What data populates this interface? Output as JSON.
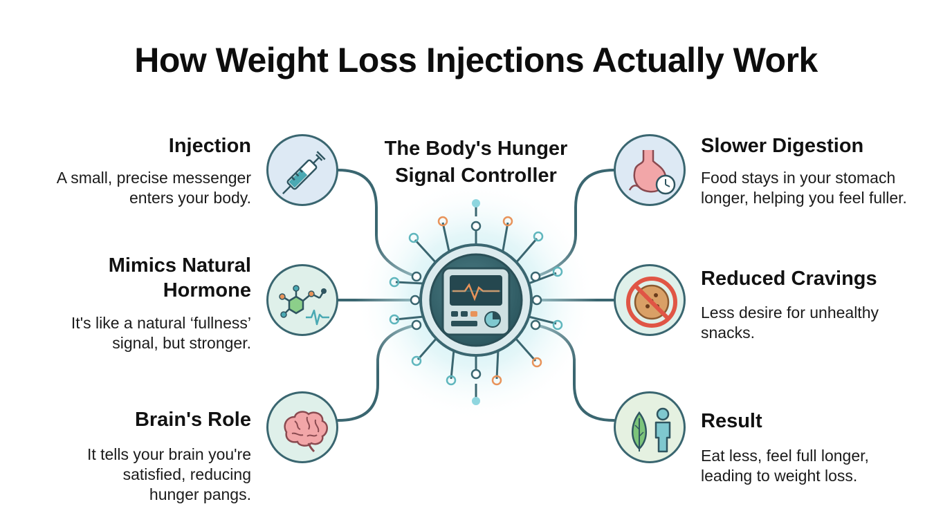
{
  "title": "How Weight Loss Injections Actually Work",
  "center": {
    "title": "The Body's Hunger Signal Controller"
  },
  "left_items": [
    {
      "title": "Injection",
      "description": "A small, precise messenger enters your body.",
      "icon": "syringe-icon"
    },
    {
      "title": "Mimics Natural Hormone",
      "description": "It's like a natural ‘fullness’ signal, but stronger.",
      "icon": "molecule-icon"
    },
    {
      "title": "Brain's Role",
      "description": "It tells your brain you're satisfied, reducing hunger pangs.",
      "icon": "brain-icon"
    }
  ],
  "right_items": [
    {
      "title": "Slower Digestion",
      "description": "Food stays in your stomach longer, helping you feel fuller.",
      "icon": "stomach-clock-icon"
    },
    {
      "title": "Reduced Cravings",
      "description": "Less desire for unhealthy snacks.",
      "icon": "no-cookie-icon"
    },
    {
      "title": "Result",
      "description": "Eat less, feel full longer, leading to weight loss.",
      "icon": "leaf-person-icon"
    }
  ],
  "colors": {
    "line": "#3a6670",
    "accent_orange": "#e8935a",
    "accent_teal": "#5fb6bd",
    "glow": "#bfe8ee"
  }
}
